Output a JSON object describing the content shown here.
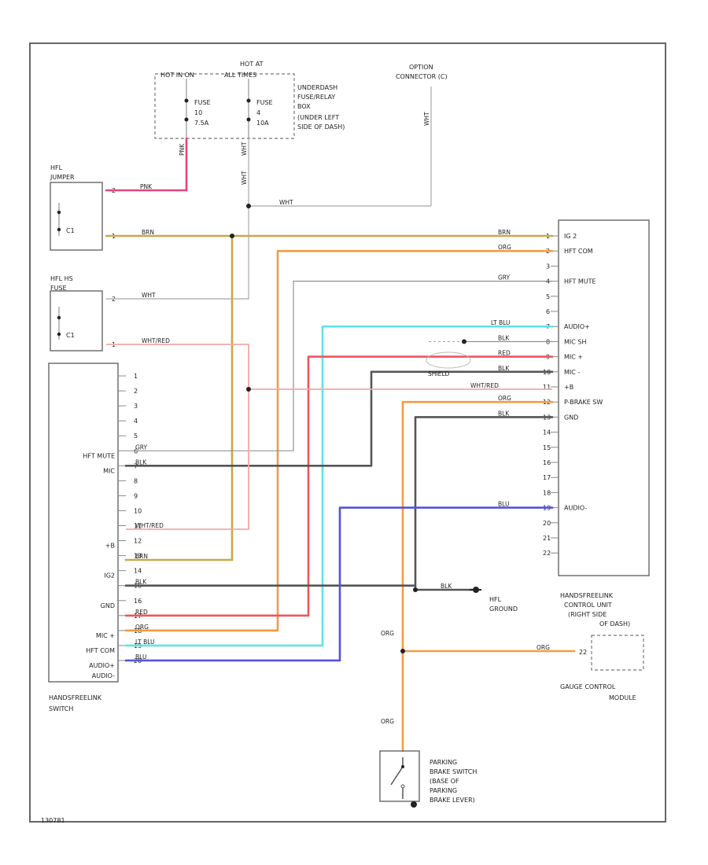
{
  "colors": {
    "pink": "#e8447a",
    "brn": "#c9a84b",
    "org": "#f39b42",
    "lt_blu": "#5fe3ea",
    "red": "#ee5560",
    "blk": "#555555",
    "wht_red": "#f4a8a8",
    "blu": "#5353dd",
    "gry": "#9a9a9a",
    "wht": "#c8c8c8"
  },
  "fuse_box": {
    "hot_at": "HOT AT",
    "all_times": "ALL TIMES",
    "hot_in_on": "HOT IN ON",
    "fuse_a_line1": "FUSE",
    "fuse_a_line2": "10",
    "fuse_a_line3": "7.5A",
    "fuse_b_line1": "FUSE",
    "fuse_b_line2": "4",
    "fuse_b_line3": "10A",
    "desc_line1": "UNDERDASH",
    "desc_line2": "FUSE/RELAY",
    "desc_line3": "BOX",
    "desc_line4": "(UNDER LEFT",
    "desc_line5": "SIDE OF DASH)",
    "wire_a": "PNK",
    "wire_b": "WHT"
  },
  "option_connector": {
    "line1": "OPTION",
    "line2": "CONNECTOR (C)",
    "wire": "WHT"
  },
  "hfl_jumper": {
    "title1": "HFL",
    "title2": "JUMPER",
    "pin_a": "2",
    "pin_b": "1",
    "wire_a": "PNK",
    "wire_b": "BRN",
    "contact": "C1"
  },
  "hfl_hs_fuse": {
    "title1": "HFL HS",
    "title2": "FUSE",
    "pin_a": "2",
    "pin_b": "1",
    "wire_a": "WHT",
    "wire_b": "WHT/RED",
    "contact": "C1"
  },
  "splice_wire": "WHT",
  "hfl_control_unit": {
    "name_line1": "HANDSFREELINK",
    "name_line2": "CONTROL UNIT",
    "name_line3": "(RIGHT SIDE",
    "name_line4": "OF DASH)",
    "pins": [
      {
        "num": "1",
        "label": "IG 2",
        "wire": "BRN"
      },
      {
        "num": "2",
        "label": "HFT COM",
        "wire": "ORG"
      },
      {
        "num": "3",
        "label": "",
        "wire": ""
      },
      {
        "num": "4",
        "label": "HFT MUTE",
        "wire": "GRY"
      },
      {
        "num": "5",
        "label": "",
        "wire": ""
      },
      {
        "num": "6",
        "label": "",
        "wire": ""
      },
      {
        "num": "7",
        "label": "AUDIO+",
        "wire": "LT BLU"
      },
      {
        "num": "8",
        "label": "MIC SH",
        "wire": "BLK"
      },
      {
        "num": "9",
        "label": "MIC +",
        "wire": "RED"
      },
      {
        "num": "10",
        "label": "MIC -",
        "wire": "BLK"
      },
      {
        "num": "11",
        "label": "+B",
        "wire": "WHT/RED"
      },
      {
        "num": "12",
        "label": "P-BRAKE SW",
        "wire": "ORG"
      },
      {
        "num": "13",
        "label": "GND",
        "wire": "BLK"
      },
      {
        "num": "14",
        "label": "",
        "wire": ""
      },
      {
        "num": "15",
        "label": "",
        "wire": ""
      },
      {
        "num": "16",
        "label": "",
        "wire": ""
      },
      {
        "num": "17",
        "label": "",
        "wire": ""
      },
      {
        "num": "18",
        "label": "",
        "wire": ""
      },
      {
        "num": "19",
        "label": "AUDIO-",
        "wire": "BLU"
      },
      {
        "num": "20",
        "label": "",
        "wire": ""
      },
      {
        "num": "21",
        "label": "",
        "wire": ""
      },
      {
        "num": "22",
        "label": "",
        "wire": ""
      }
    ],
    "shield": "SHIELD"
  },
  "hfl_switch": {
    "name_line1": "HANDSFREELINK",
    "name_line2": "SWITCH",
    "pins": [
      {
        "num": "1",
        "label": "",
        "wire": ""
      },
      {
        "num": "2",
        "label": "",
        "wire": ""
      },
      {
        "num": "3",
        "label": "",
        "wire": ""
      },
      {
        "num": "4",
        "label": "",
        "wire": ""
      },
      {
        "num": "5",
        "label": "",
        "wire": ""
      },
      {
        "num": "6",
        "label": "HFT MUTE",
        "wire": "GRY"
      },
      {
        "num": "7",
        "label": "MIC",
        "wire": "BLK"
      },
      {
        "num": "8",
        "label": "",
        "wire": ""
      },
      {
        "num": "9",
        "label": "",
        "wire": ""
      },
      {
        "num": "10",
        "label": "",
        "wire": ""
      },
      {
        "num": "11",
        "label": "",
        "wire": "WHT/RED"
      },
      {
        "num": "12",
        "label": "+B",
        "wire": ""
      },
      {
        "num": "13",
        "label": "",
        "wire": "BRN"
      },
      {
        "num": "14",
        "label": "IG2",
        "wire": ""
      },
      {
        "num": "15",
        "label": "",
        "wire": "BLK"
      },
      {
        "num": "16",
        "label": "GND",
        "wire": ""
      },
      {
        "num": "17",
        "label": "",
        "wire": "RED"
      },
      {
        "num": "18",
        "label": "MIC +",
        "wire": "ORG"
      },
      {
        "num": "19",
        "label": "HFT COM",
        "wire": "LT BLU"
      },
      {
        "num": "20",
        "label": "AUDIO+",
        "wire": "BLU"
      },
      {
        "num": "",
        "label": "AUDIO-",
        "wire": ""
      }
    ]
  },
  "hfl_ground": {
    "line1": "HFL",
    "line2": "GROUND",
    "wire": "BLK"
  },
  "gauge": {
    "line1": "GAUGE CONTROL",
    "line2": "MODULE",
    "pin": "22",
    "wire": "ORG"
  },
  "brake_switch": {
    "line1": "PARKING",
    "line2": "BRAKE SWITCH",
    "line3": "(BASE OF",
    "line4": "PARKING",
    "line5": "BRAKE LEVER)",
    "wire_top": "ORG",
    "wire_mid": "ORG"
  },
  "footer_code": "130781"
}
